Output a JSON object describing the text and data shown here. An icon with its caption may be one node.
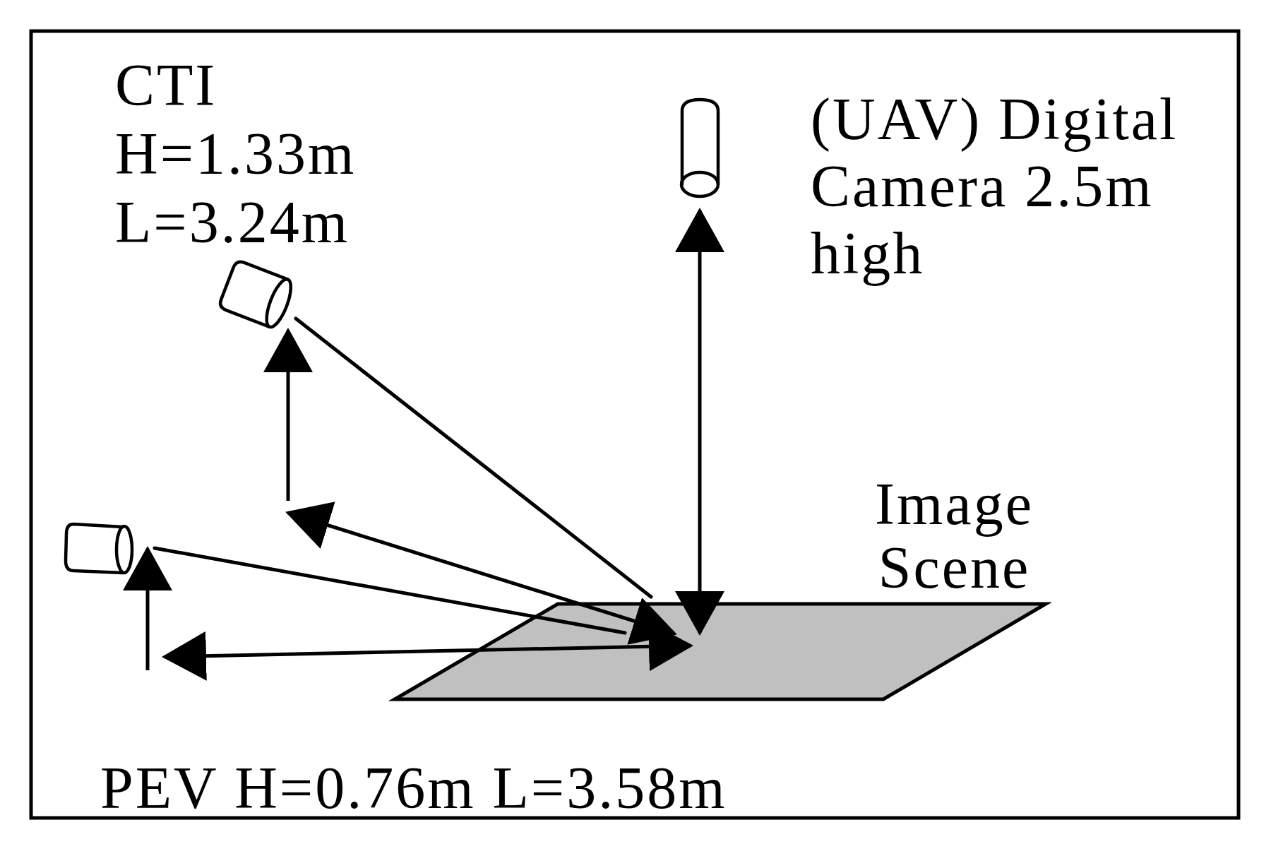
{
  "diagram": {
    "nodes": [
      {
        "text": [],
        "shape": "cylinder",
        "beside": [
          "CTI H=1.33m L=3.24m"
        ]
      },
      {
        "text": [],
        "shape": "cylinder",
        "beside": [
          "(UAV) Digital Camera 2.5m high"
        ]
      },
      {
        "text": [
          "Image Scene"
        ]
      },
      {
        "text": [],
        "shape": "cylinder"
      }
    ],
    "edges": [
      {
        "from": 0,
        "to": 2,
        "arrow": "none"
      },
      {
        "from": 1,
        "to": 2,
        "arrow": "both"
      },
      {
        "from": 3,
        "to": 2,
        "arrow": "none"
      }
    ],
    "labels": [
      "PEV H=0.76m L=3.58m"
    ]
  }
}
